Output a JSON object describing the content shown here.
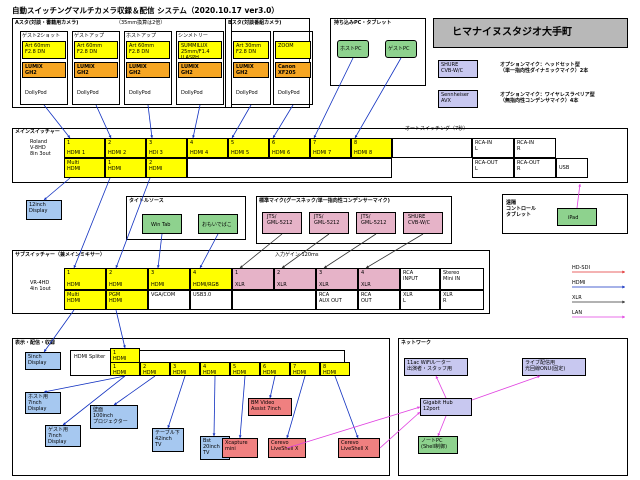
{
  "title": "自動スイッチングマルチカメラ収録＆配信 システム（2020.10.17 ver3.0）",
  "studio_name": "ヒマナイヌスタジオ大手町",
  "colors": {
    "hdsdi": "#e03030",
    "hdmi": "#1030c0",
    "xlr": "#303030",
    "lan": "#e040e0"
  },
  "cam_a": {
    "title": "Aスタ(対談・書籍用カメラ)",
    "note": "（35mm換算は2倍）",
    "cams": [
      {
        "role": "ゲスト2ショット",
        "lens": "Art 60mm\nF2.8 DN",
        "body": "LUMIX\nGH2",
        "pod": "DollyPod"
      },
      {
        "role": "ゲストアップ",
        "lens": "Art 60mm\nF2.8 DN",
        "body": "LUMIX\nGH2",
        "pod": "DollyPod"
      },
      {
        "role": "ホストアップ",
        "lens": "Art 60mm\nF2.8 DN",
        "body": "LUMIX\nGH2",
        "pod": "DollyPod"
      },
      {
        "role": "シンメトリー",
        "lens": "SUMMILUX\n25mm/F1.4\nII ASPH.",
        "body": "LUMIX\nGH2",
        "pod": "DollyPod"
      }
    ]
  },
  "cam_b": {
    "title": "Bスタ(対談番組カメラ)",
    "cams": [
      {
        "lens": "Art 30mm\nF2.8 DN",
        "body": "LUMIX\nGH2",
        "pod": "DollyPod"
      },
      {
        "lens": "ZOOM",
        "body": "Canon\nXF205",
        "pod": "DollyPod"
      }
    ]
  },
  "pc": {
    "title": "持ち込みPC・タブレット",
    "host": "ホストPC",
    "guest": "ゲストPC"
  },
  "options": [
    {
      "box": "SHURE\nCVB-W/C",
      "text": "オプションマイク：ヘッドセット型\n（単一指向性ダイナミックマイク）2本"
    },
    {
      "box": "Sennheiser\nAVX",
      "text": "オプションマイク：ワイヤレスラペリア型\n（無指向性コンデンサマイク）4本"
    }
  ],
  "main": {
    "title": "メインスイッチャー",
    "auto_label": "オートスイッチング（7秒）",
    "device": "Roland\nV-8HD\n8in 3out",
    "inputs": [
      {
        "num": "1",
        "label": "HDMI 1"
      },
      {
        "num": "2",
        "label": "HDMI 2"
      },
      {
        "num": "3",
        "label": "HDI 3"
      },
      {
        "num": "4",
        "label": "HDMI 4"
      },
      {
        "num": "5",
        "label": "HDMI 5"
      },
      {
        "num": "6",
        "label": "HDMI 6"
      },
      {
        "num": "7",
        "label": "HDMI 7"
      },
      {
        "num": "8",
        "label": "HDMI 8"
      }
    ],
    "outputs": [
      "Multi\nHDMI",
      "1\nHDMI",
      "2\nHDMI"
    ],
    "rca_in_l": "RCA-IN\nL",
    "rca_in_r": "RCA-IN\nR",
    "rca_out_l": "RCA-OUT\nL",
    "rca_out_r": "RCA-OUT\nR",
    "usb": "USB"
  },
  "display12": "12inch\nDisplay",
  "remote": {
    "title": "遠隔\nコントロール\nタブレット",
    "ipad": "iPad"
  },
  "title_src": {
    "title": "タイトルソース",
    "a": "Win Tab",
    "b": "おもいでばこ"
  },
  "std_mic": {
    "title": "標準マイク(グースネック/単一指向性コンデンサーマイク)",
    "mics": [
      "JTS/\nGML-5212",
      "JTS/\nGML-5212",
      "JTS/\nGML-5212",
      "SHURE\nCVB-W/C"
    ]
  },
  "sub": {
    "title": "サブスイッチャー（兼メインミキサー）",
    "gain": "入力ゲイン 120ms",
    "device": "VR-4HD\n4in 1out",
    "inputs": [
      {
        "num": "1",
        "label": "HDMI"
      },
      {
        "num": "2",
        "label": "HDMI"
      },
      {
        "num": "3",
        "label": "HDMI"
      },
      {
        "num": "4",
        "label": "HDMI/RGB"
      }
    ],
    "xlr": [
      {
        "num": "1",
        "label": "XLR"
      },
      {
        "num": "2",
        "label": "XLR"
      },
      {
        "num": "3",
        "label": "XLR"
      },
      {
        "num": "4",
        "label": "XLR"
      }
    ],
    "rca_input": "RCA\nINPUT",
    "stereo": "Stereo\nMini IN",
    "outputs": [
      "Multi\nHDMI",
      "PGM\nHDMI",
      "VGA/COM",
      "USB3.0"
    ],
    "rca_aux": "RCA\nAUX OUT",
    "rca_out": "RCA\nOUT",
    "xlr_out_l": "XLR\nL",
    "xlr_out_r": "XLR\nR"
  },
  "legend": [
    {
      "label": "HD-SDI",
      "color": "#e03030"
    },
    {
      "label": "HDMI",
      "color": "#1030c0"
    },
    {
      "label": "XLR",
      "color": "#303030"
    },
    {
      "label": "LAN",
      "color": "#e040e0"
    }
  ],
  "display": {
    "title": "表示・配信・収録",
    "d5": "5inch\nDisplay",
    "splitter": "HDMI\nSpliter",
    "split_in": "1\nHDMI",
    "ports": [
      "1\nHDMI",
      "2\nHDMI",
      "3\nHDMI",
      "4\nHDMI",
      "5\nHDMI",
      "6\nHDMI",
      "7\nHDMI",
      "8\nHDMI"
    ],
    "host7": "ホスト用\n7inch\nDisplay",
    "wall": "壁面\n100inch\nプロジェクター",
    "guest7": "ゲスト用\n7inch\nDisplay",
    "table42": "テーブル下\n42inch\nTV",
    "tv20": "Bst\n20inch\nTV",
    "bmvideo": "BM Video\nAssist 7inch",
    "xcapture": "Xcapture\nmini",
    "cerevo1": "Cerevo\nLiveShell X",
    "cerevo2": "Cerevo\nLiveShell X"
  },
  "network": {
    "title": "ネットワーク",
    "router": "11ac WiFiルーター\n出演者・スタッフ用",
    "onu": "ライブ配信用\n光回線ONU(固定)",
    "hub": "Gigabit Hub\n12port",
    "notepc": "ノートPC\n(Shell制御)"
  }
}
